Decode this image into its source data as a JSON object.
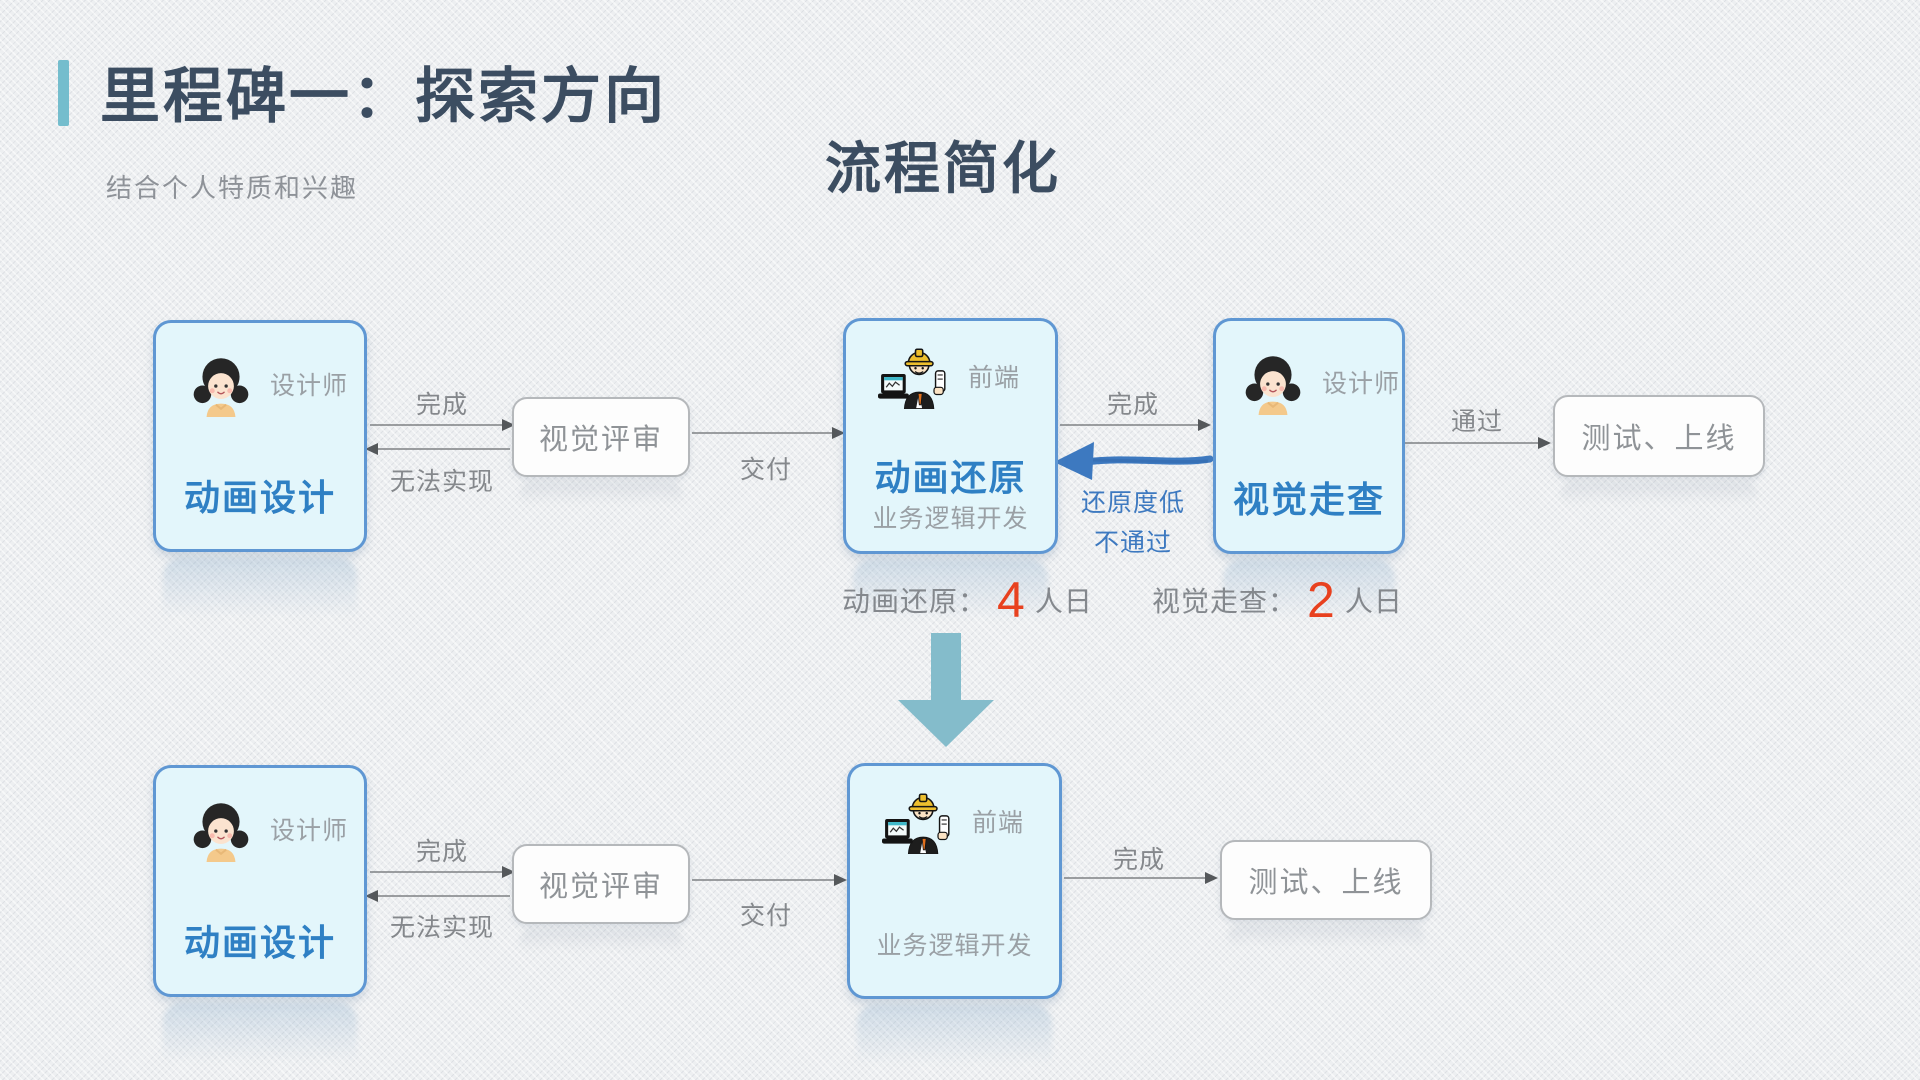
{
  "header": {
    "title": "里程碑一：探索方向",
    "subtitle": "结合个人特质和兴趣",
    "heading": "流程简化"
  },
  "roles": {
    "designer": "设计师",
    "frontend": "前端"
  },
  "labels": {
    "done": "完成",
    "cannot_implement": "无法实现",
    "deliver": "交付",
    "pass": "通过",
    "low_fidelity": "还原度低",
    "not_pass": "不通过"
  },
  "boxes": {
    "anim_design": {
      "title": "动画设计"
    },
    "visual_review": {
      "title": "视觉评审"
    },
    "anim_restore": {
      "title": "动画还原",
      "subtitle": "业务逻辑开发"
    },
    "visual_check": {
      "title": "视觉走查"
    },
    "test_online": {
      "title": "测试、上线"
    },
    "logic_dev": {
      "title": "业务逻辑开发"
    }
  },
  "stats": {
    "anim_restore": {
      "label": "动画还原：",
      "value": "4",
      "unit": "人日"
    },
    "visual_check": {
      "label": "视觉走查：",
      "value": "2",
      "unit": "人日"
    }
  },
  "colors": {
    "accent_bar": "#74bdcd",
    "title_text": "#3c4d61",
    "node_fill": "#e3f6fb",
    "node_border": "#5f97d3",
    "blue_text": "#2f80c4",
    "gray_text": "#8f959b",
    "red_value": "#e8411f",
    "reject_blue": "#3d79c0",
    "big_down_arrow": "#84bccb"
  }
}
